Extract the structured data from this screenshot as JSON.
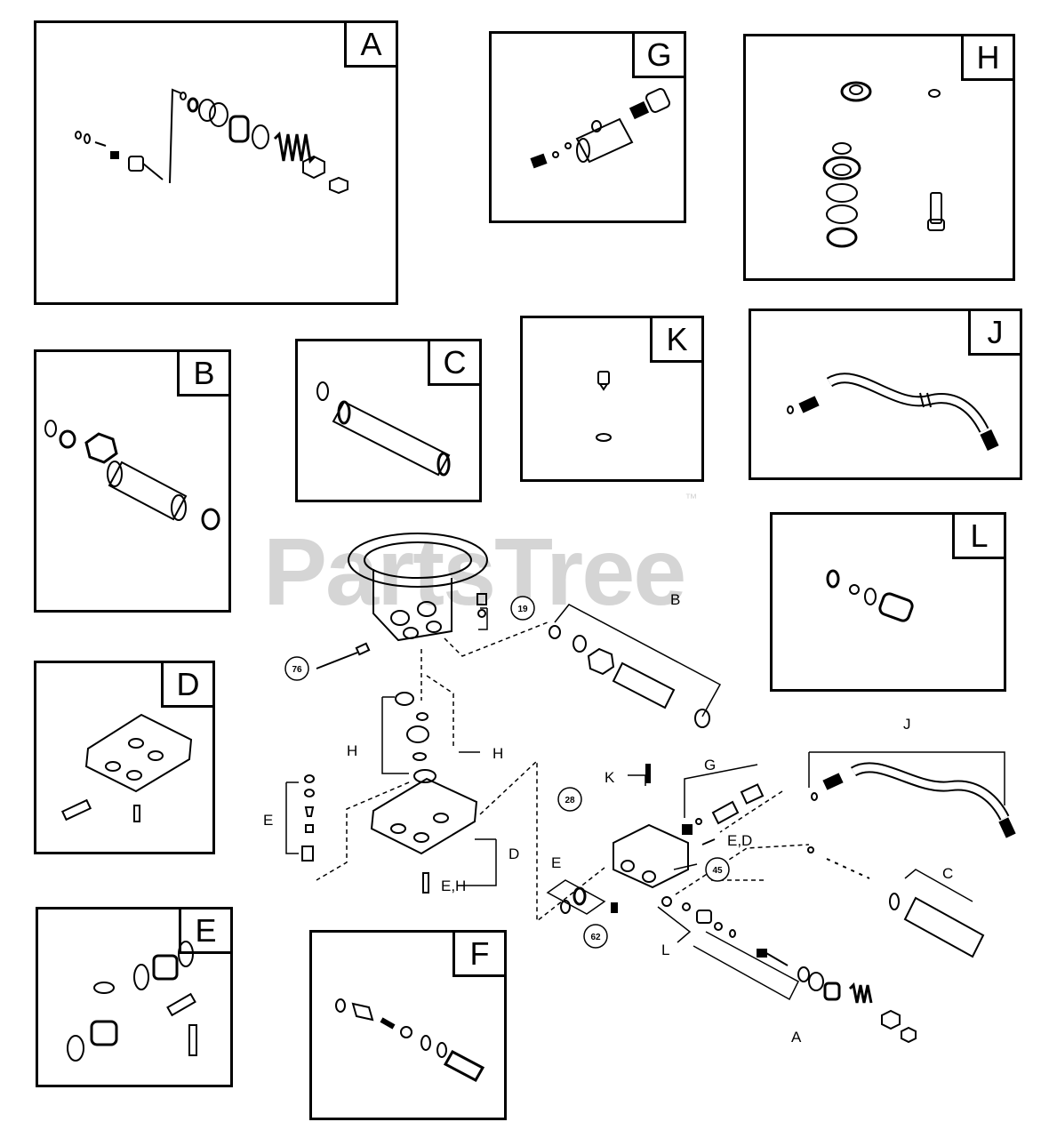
{
  "panels": [
    {
      "id": "A",
      "letter": "A"
    },
    {
      "id": "G",
      "letter": "G"
    },
    {
      "id": "H",
      "letter": "H"
    },
    {
      "id": "B",
      "letter": "B"
    },
    {
      "id": "C",
      "letter": "C"
    },
    {
      "id": "K",
      "letter": "K"
    },
    {
      "id": "J",
      "letter": "J"
    },
    {
      "id": "L",
      "letter": "L"
    },
    {
      "id": "D",
      "letter": "D"
    },
    {
      "id": "E",
      "letter": "E"
    },
    {
      "id": "F",
      "letter": "F"
    }
  ],
  "watermark": {
    "text": "PartsTree",
    "mark": "™"
  },
  "callouts": {
    "n19": "19",
    "n76": "76",
    "n28": "28",
    "n45": "45",
    "n62": "62",
    "B": "B",
    "H_left": "H",
    "H_right": "H",
    "E_left": "E",
    "EH": "E,H",
    "D": "D",
    "K": "K",
    "G": "G",
    "ED": "E,D",
    "E_mid": "E",
    "L": "L",
    "A": "A",
    "C": "C",
    "J": "J"
  }
}
